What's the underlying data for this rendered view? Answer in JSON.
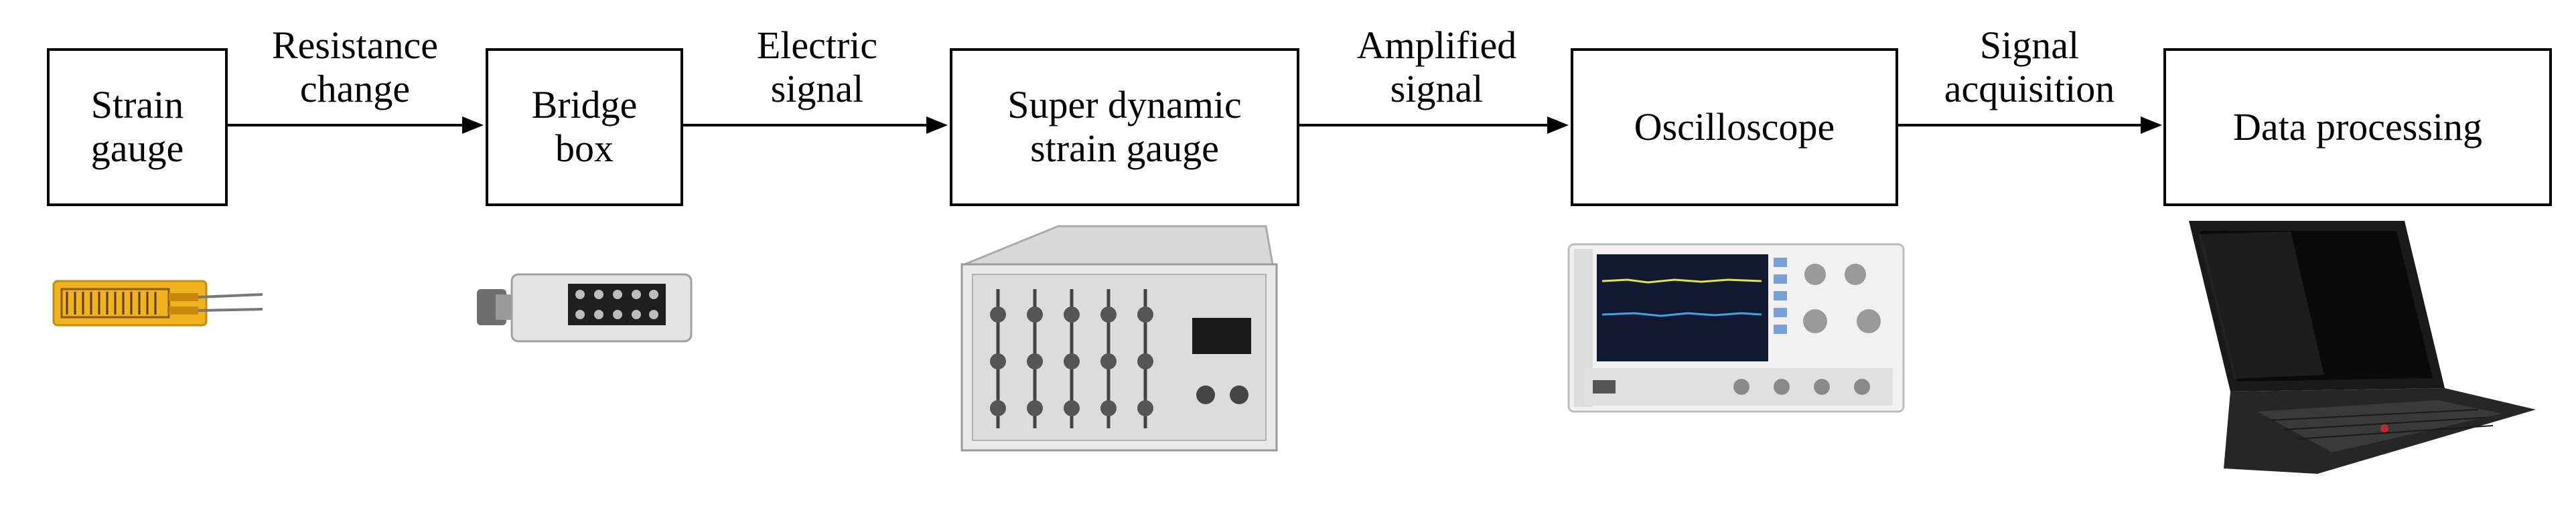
{
  "boxes": {
    "strain_gauge": [
      "Strain",
      "gauge"
    ],
    "bridge_box": [
      "Bridge",
      "box"
    ],
    "super_dynamic": [
      "Super dynamic",
      "strain gauge"
    ],
    "oscilloscope": [
      "Oscilloscope"
    ],
    "data_processing": [
      "Data processing"
    ]
  },
  "arrows": {
    "resistance_change": [
      "Resistance",
      "change"
    ],
    "electric_signal": [
      "Electric",
      "signal"
    ],
    "amplified_signal": [
      "Amplified",
      "signal"
    ],
    "signal_acquisition": [
      "Signal",
      "acquisition"
    ]
  },
  "photos": [
    "strain-gauge-photo",
    "bridge-box-photo",
    "dynamic-strain-amplifier-photo",
    "oscilloscope-photo",
    "laptop-photo"
  ]
}
